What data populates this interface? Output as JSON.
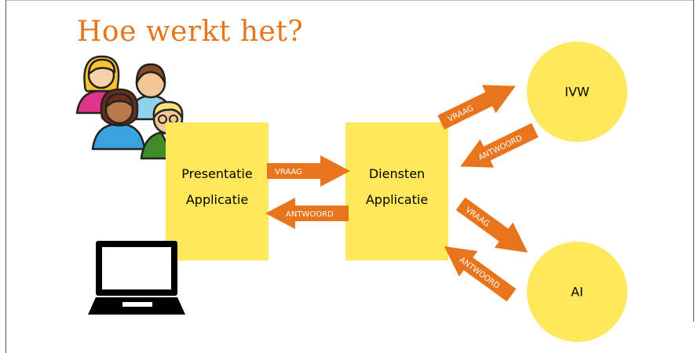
{
  "title": "Hoe werkt het?",
  "colors": {
    "title": "#e8741c",
    "box": "#ffe85c",
    "arrow": "#e8741c",
    "arrow_text": "#ffffff"
  },
  "presentation_box": {
    "line1": "Presentatie",
    "line2": "Applicatie"
  },
  "services_box": {
    "line1": "Diensten",
    "line2": "Applicatie"
  },
  "circles": {
    "top": "IVW",
    "bottom": "AI"
  },
  "arrows": {
    "presentation_request": "VRAAG",
    "presentation_response": "ANTWOORD",
    "ivw_request": "VRAAG",
    "ivw_response": "ANTWOORD",
    "ai_request": "VRAAG",
    "ai_response": "ANTWOORD"
  },
  "icons": {
    "people": "people-group-icon",
    "laptop": "laptop-icon"
  }
}
